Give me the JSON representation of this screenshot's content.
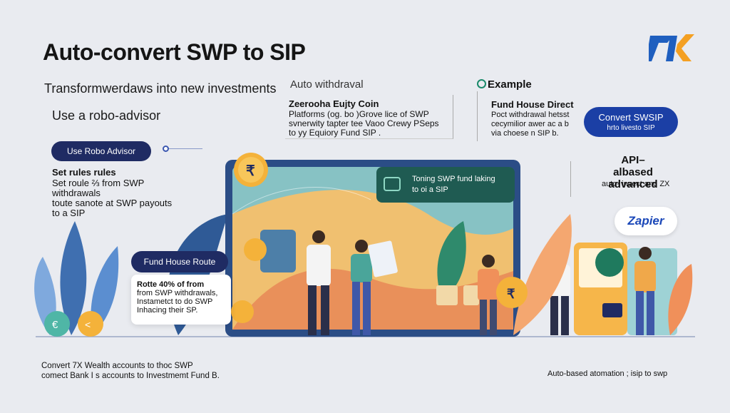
{
  "title": "Auto-convert SWP to SIP",
  "subtitle": "Transformwerdaws into new investments",
  "robo": {
    "heading": "Use a robo-advisor",
    "button": "Use Robo Advisor",
    "rules_title": "Set rules rules",
    "rules_lines": [
      "Set roule ⅔ from SWP withdrawals",
      "toute sanote at SWP payouts",
      "to a SIP"
    ]
  },
  "auto": {
    "label": "Auto withdraval",
    "box_title": "Zeerooha Eujty Coin",
    "box_lines": [
      "Platforms (og. bo )Grove  lice of SWP",
      "svnerwity tapter tee Vaoo Crewy  PSeps",
      "to yy Equiory Fund SIP ."
    ]
  },
  "example": {
    "label": "Example",
    "fh_title": "Fund House Direct",
    "fh_lines": [
      "Poct withdrawal hetsst",
      "cecymilior awer ac a b",
      "via choese n SIP b."
    ]
  },
  "convert": {
    "line1": "Convert SWSIP",
    "line2": "hrto livesto SIP"
  },
  "api": {
    "title": "API–albased advanced",
    "text": "auto- invect and ZX"
  },
  "zapier": "Zapier",
  "screen_card": {
    "line1": "Toning SWP fund laking",
    "line2": "to oi a SIP"
  },
  "fund_house_route": {
    "button": "Fund House Route",
    "lines": [
      "Rotte 40% of from",
      "from SWP withdrawals,",
      "Instametct to do SWP",
      "Inhacing their SP."
    ]
  },
  "footer": {
    "left_lines": [
      "Convert  7X Wealth accounts to thoc SWP",
      "comect Bank I s accounts to Investmemt Fund B."
    ],
    "right": "Auto-based atomation ; isip to swp"
  },
  "colors": {
    "navy": "#1f2b63",
    "blue": "#1b3fa5",
    "teal_card": "#1f5b52",
    "gold": "#f4b23a",
    "green_icon": "#1a8a6a",
    "background": "#e9ebf0"
  },
  "icons": [
    "rupee-coin-icon",
    "euro-coin-icon",
    "chat-bubble-icon",
    "calculator-icon",
    "payment-device-icon"
  ]
}
